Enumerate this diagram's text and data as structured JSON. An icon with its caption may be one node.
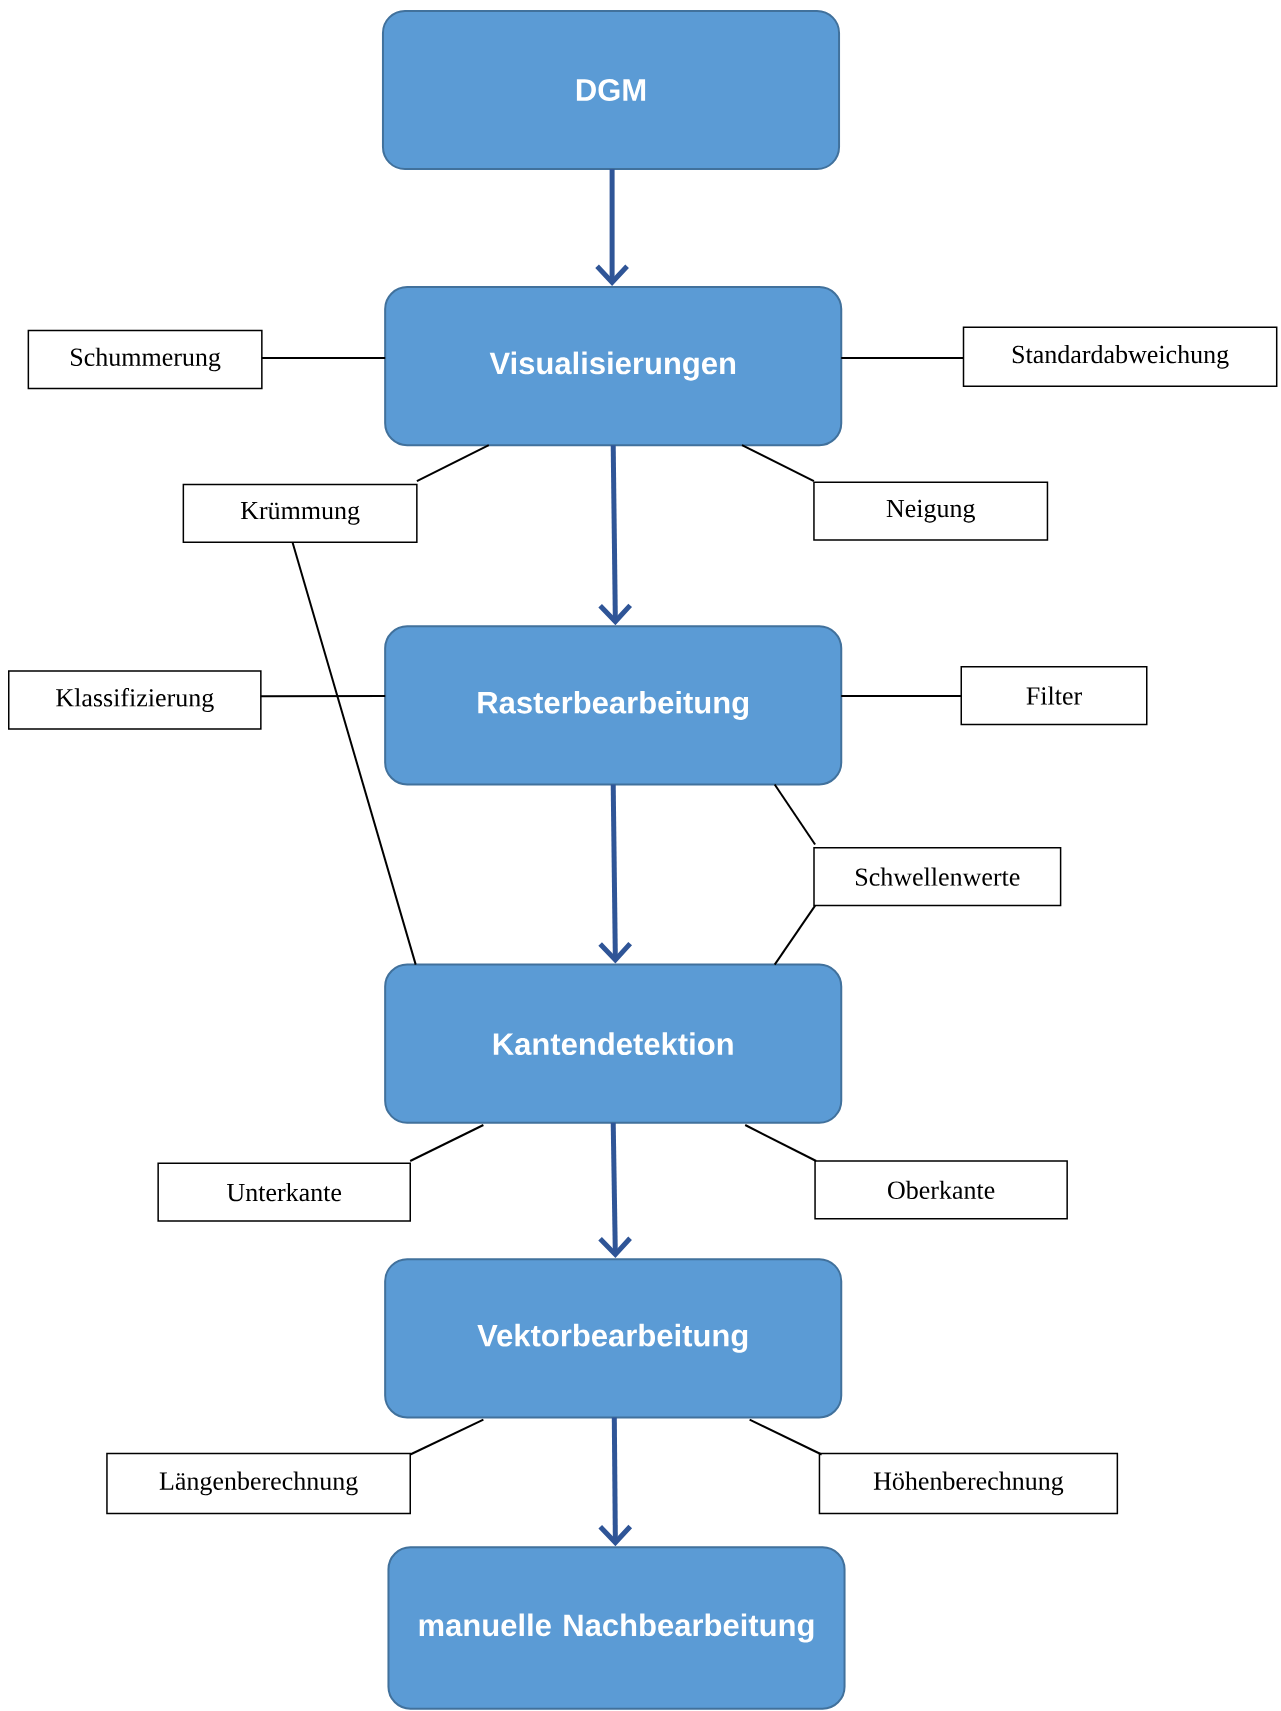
{
  "diagram": {
    "nodes": [
      {
        "text": [
          "DGM"
        ]
      },
      {
        "text": [
          "Visualisierungen"
        ]
      },
      {
        "text": [
          "Schummerung"
        ]
      },
      {
        "text": [
          "Standardabweichung"
        ]
      },
      {
        "text": [
          "Krümmung"
        ]
      },
      {
        "text": [
          "Neigung"
        ]
      },
      {
        "text": [
          "Rasterbearbeitung"
        ]
      },
      {
        "text": [
          "Klassifizierung"
        ]
      },
      {
        "text": [
          "Filter"
        ]
      },
      {
        "text": [
          "Schwellenwerte"
        ]
      },
      {
        "text": [
          "Kantendetektion"
        ]
      },
      {
        "text": [
          "Unterkante"
        ]
      },
      {
        "text": [
          "Oberkante"
        ]
      },
      {
        "text": [
          "Vektorbearbeitung"
        ]
      },
      {
        "text": [
          "Längenberechnung"
        ]
      },
      {
        "text": [
          "Höhenberechnung"
        ]
      },
      {
        "text": [
          "manuelle Nachbearbeitung"
        ]
      }
    ],
    "edges": [
      {
        "from": 0,
        "to": 1,
        "arrow": "to",
        "style": "thick",
        "color": "#2f5597"
      },
      {
        "from": 1,
        "to": 6,
        "arrow": "to",
        "style": "thick",
        "color": "#2f5597"
      },
      {
        "from": 6,
        "to": 10,
        "arrow": "to",
        "style": "thick",
        "color": "#2f5597"
      },
      {
        "from": 10,
        "to": 13,
        "arrow": "to",
        "style": "thick",
        "color": "#2f5597"
      },
      {
        "from": 13,
        "to": 16,
        "arrow": "to",
        "style": "thick",
        "color": "#2f5597"
      },
      {
        "from": 1,
        "to": 2,
        "arrow": "none"
      },
      {
        "from": 1,
        "to": 3,
        "arrow": "none"
      },
      {
        "from": 1,
        "to": 4,
        "arrow": "none"
      },
      {
        "from": 1,
        "to": 5,
        "arrow": "none"
      },
      {
        "from": 4,
        "to": 10,
        "arrow": "none"
      },
      {
        "from": 6,
        "to": 7,
        "arrow": "none"
      },
      {
        "from": 6,
        "to": 8,
        "arrow": "none"
      },
      {
        "from": 6,
        "to": 9,
        "arrow": "none"
      },
      {
        "from": 9,
        "to": 10,
        "arrow": "none"
      },
      {
        "from": 10,
        "to": 11,
        "arrow": "none"
      },
      {
        "from": 10,
        "to": 12,
        "arrow": "none"
      },
      {
        "from": 13,
        "to": 14,
        "arrow": "none"
      },
      {
        "from": 13,
        "to": 15,
        "arrow": "none"
      }
    ]
  }
}
